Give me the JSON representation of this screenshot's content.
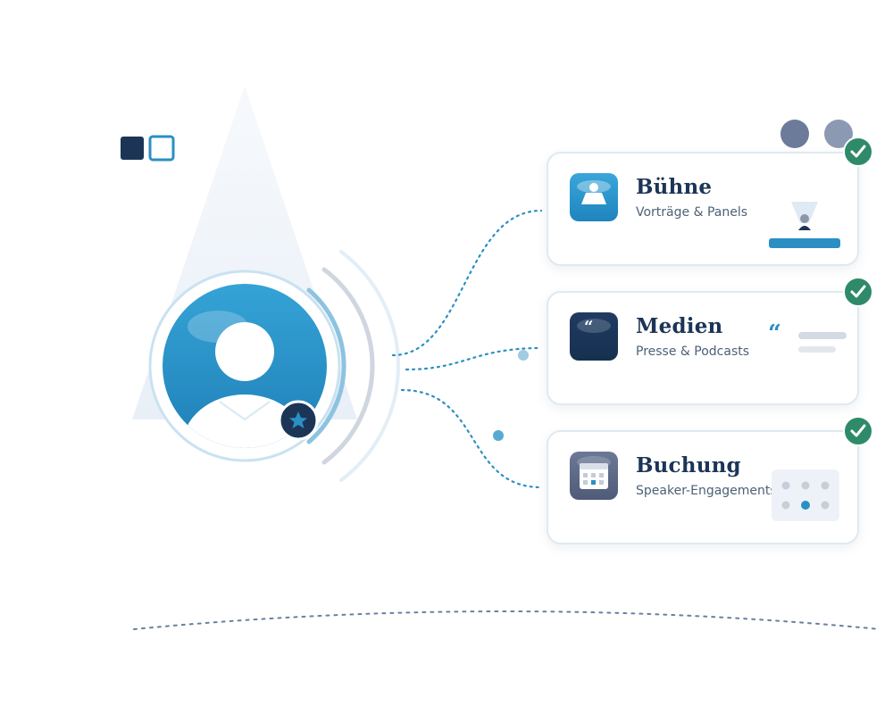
{
  "cards": [
    {
      "title": "Bühne",
      "subtitle": "Vorträge & Panels",
      "status": "checked",
      "icon": "stage-icon"
    },
    {
      "title": "Medien",
      "subtitle": "Presse & Podcasts",
      "status": "checked",
      "icon": "quote-icon"
    },
    {
      "title": "Buchung",
      "subtitle": "Speaker-Engagements",
      "status": "checked",
      "icon": "calendar-icon"
    }
  ],
  "colors": {
    "navy": "#1c3557",
    "blue": "#2b8fc4",
    "light_blue": "#9fd0ea",
    "green": "#2e8a68",
    "gray": "#cdd5df"
  },
  "profile": {
    "icon": "user-avatar-icon",
    "badge_icon": "star-icon"
  }
}
